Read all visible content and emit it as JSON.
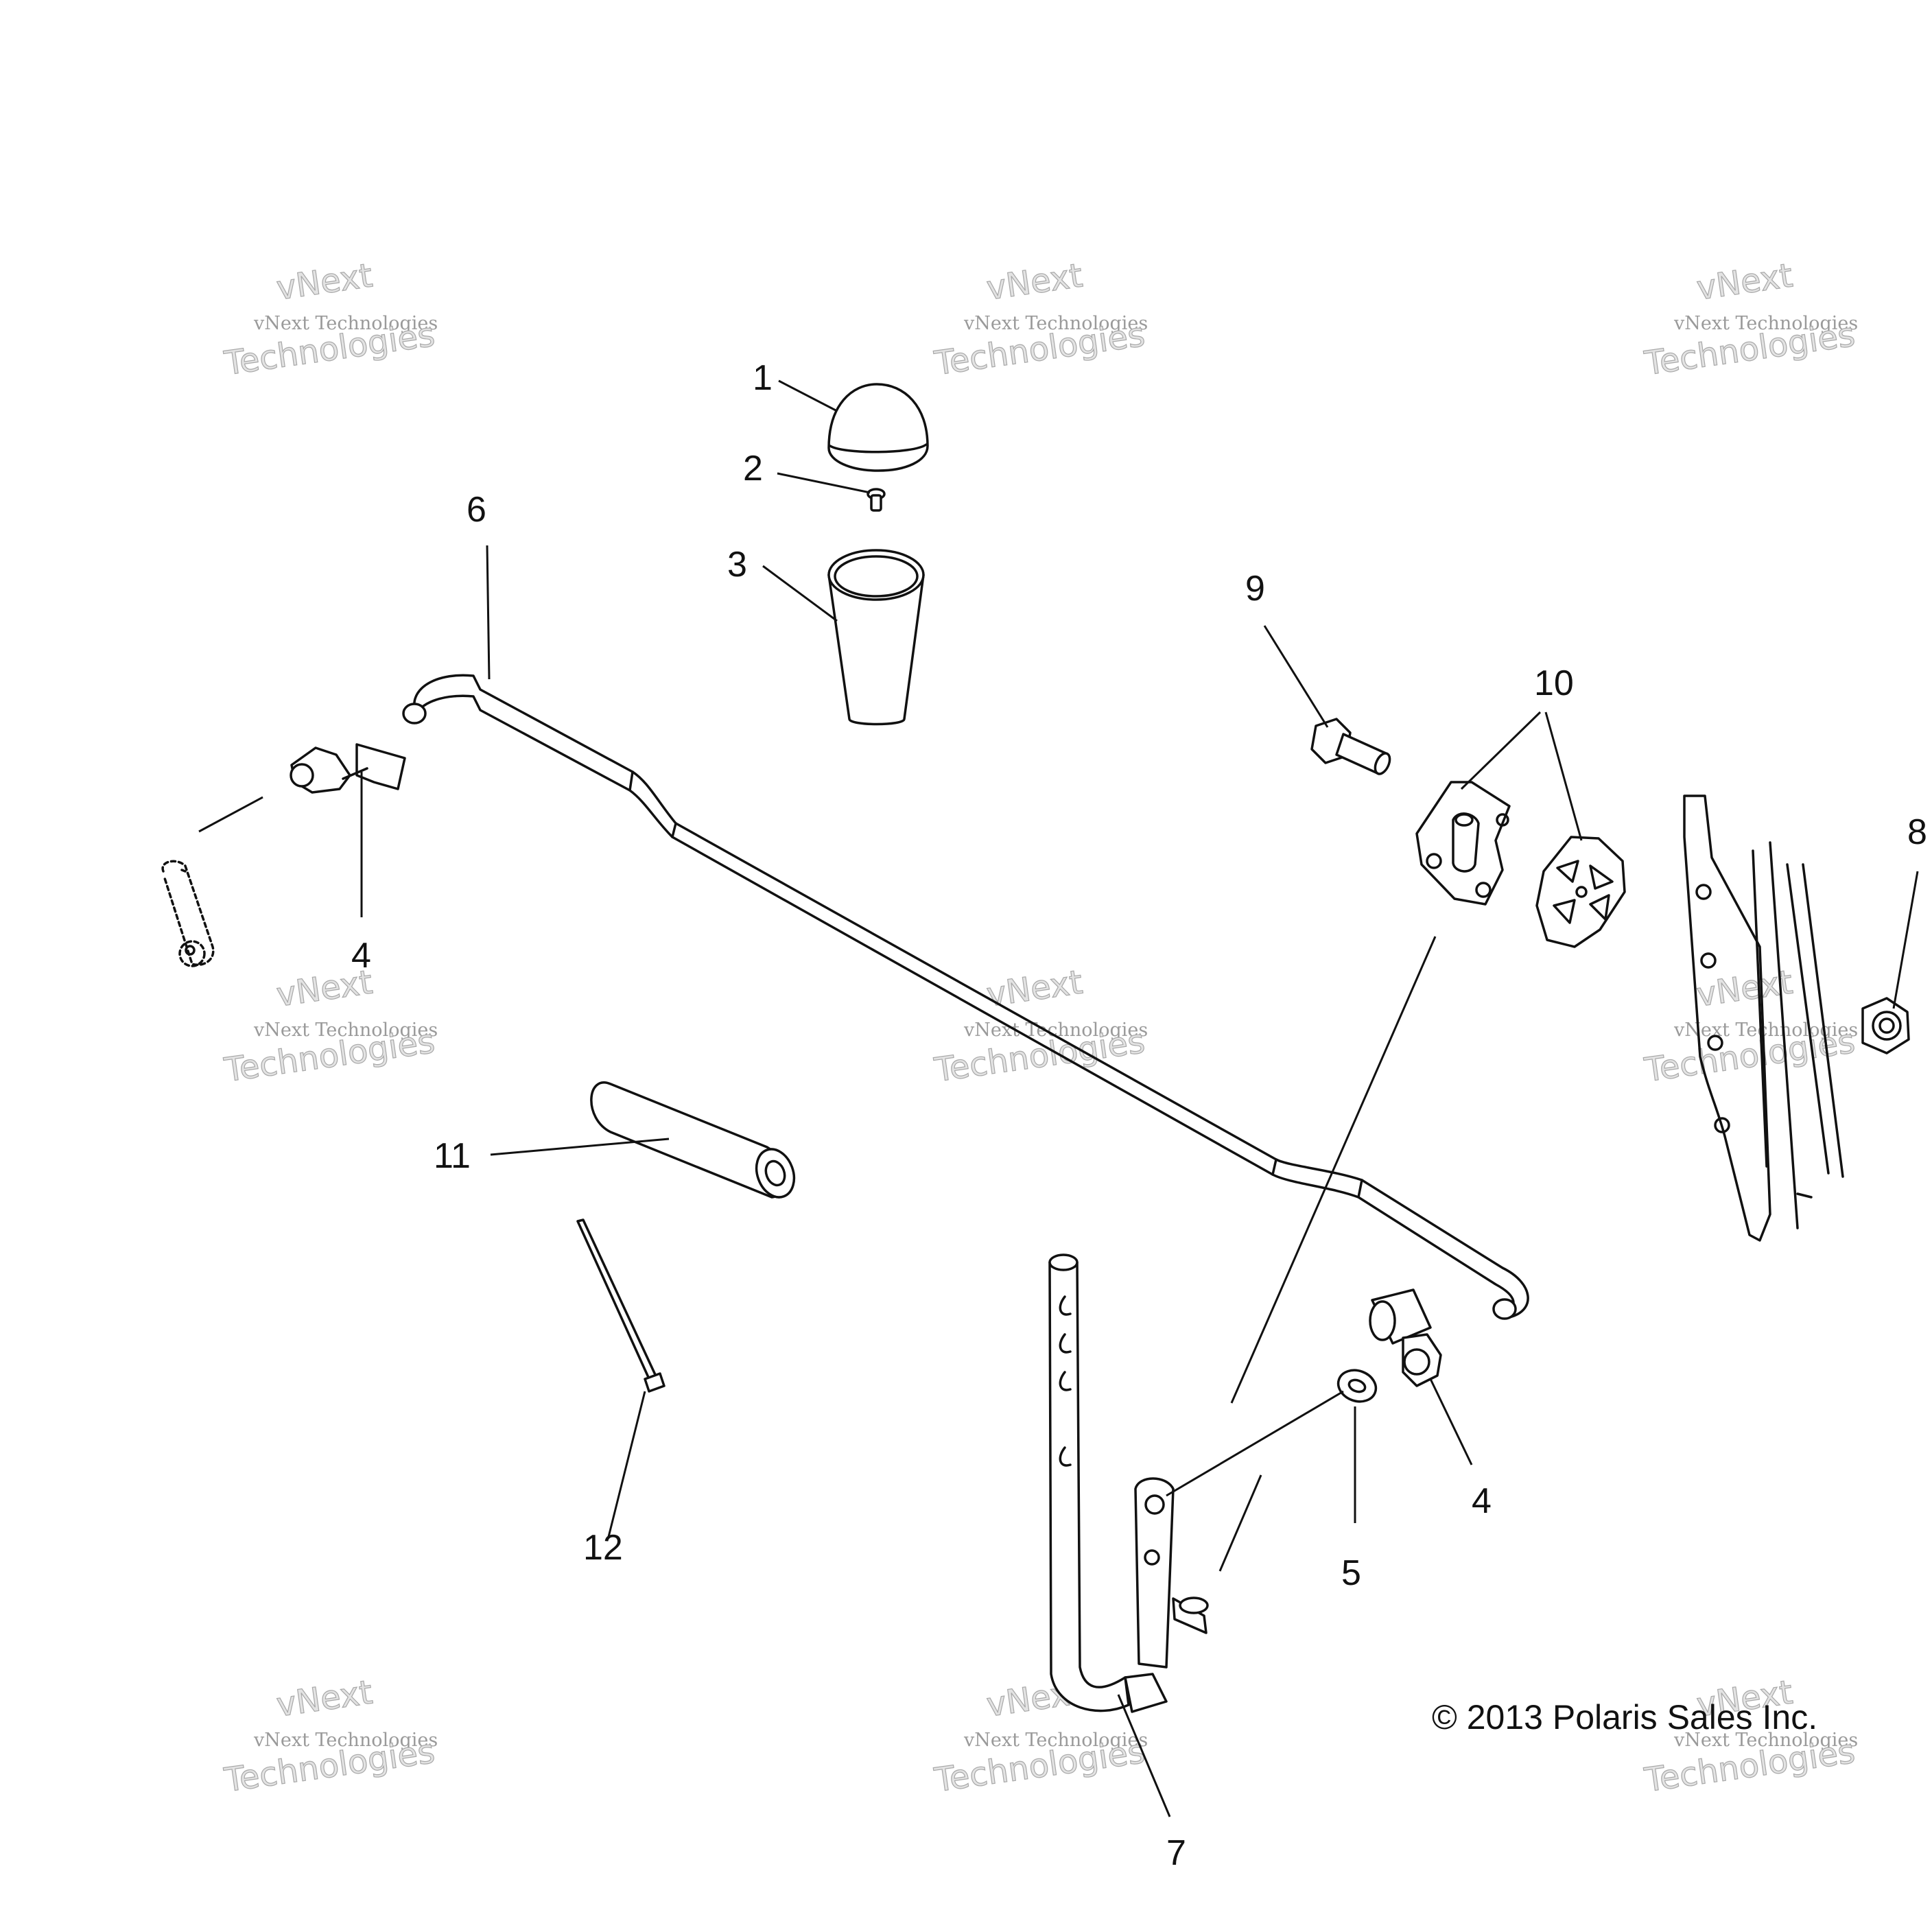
{
  "callouts": {
    "c1": "1",
    "c2": "2",
    "c3": "3",
    "c4a": "4",
    "c4b": "4",
    "c5": "5",
    "c6": "6",
    "c7": "7",
    "c8": "8",
    "c9": "9",
    "c10": "10",
    "c11": "11",
    "c12": "12"
  },
  "watermark": {
    "line1": "vNext",
    "line2": "vNext Technologies",
    "line3": "Technologies"
  },
  "copyright": "© 2013 Polaris Sales Inc."
}
